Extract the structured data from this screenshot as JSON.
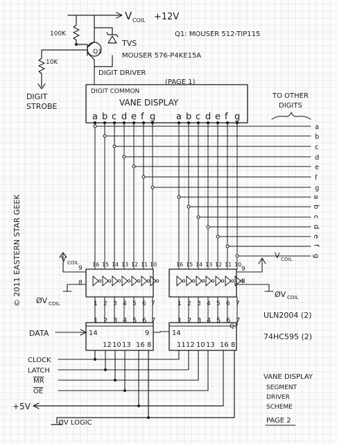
{
  "top": {
    "vcoil_label": "V",
    "vcoil_sub": "COIL",
    "vcoil_value": "+12V",
    "r1": "100K",
    "r2": "10K",
    "q_label": "Q1",
    "q1_part": "Q1: MOUSER 512-TIP115",
    "tvs_title": "TVS",
    "tvs_part": "MOUSER 576-P4KE15A",
    "digit_driver": "DIGIT DRIVER",
    "digit": "DIGIT",
    "strobe": "STROBE"
  },
  "display": {
    "common": "DIGIT COMMON",
    "title": "VANE DISPLAY",
    "page": "(PAGE 1)",
    "seg_a": "a",
    "seg_b": "b",
    "seg_c": "c",
    "seg_d": "d",
    "seg_e": "e",
    "seg_f": "f",
    "seg_g": "g",
    "segments_first": [
      "a",
      "b",
      "c",
      "d",
      "e",
      "f",
      "g"
    ],
    "segments_second": [
      "a",
      "b",
      "c",
      "d",
      "e",
      "f",
      "g"
    ]
  },
  "other_digits": {
    "line1": "TO OTHER",
    "line2": "DIGITS",
    "letters": [
      "a",
      "b",
      "c",
      "d",
      "e",
      "f",
      "g",
      "a",
      "b",
      "c",
      "d",
      "e",
      "f",
      "g"
    ]
  },
  "uln": {
    "vcoil": "V",
    "vcoil_sub": "COIL",
    "gnd": "ØV",
    "gnd_sub": "COIL",
    "left_top_pins": [
      "16",
      "15",
      "14",
      "13",
      "12",
      "11",
      "10"
    ],
    "right_top_pins": [
      "16",
      "15",
      "14",
      "13",
      "12",
      "11",
      "10"
    ],
    "bottom_pins": [
      "1",
      "2",
      "3",
      "4",
      "5",
      "6",
      "7"
    ],
    "pin9": "9",
    "pin8": "8"
  },
  "hc595": {
    "bottom_pins": [
      "1",
      "2",
      "3",
      "4",
      "5",
      "6",
      "7"
    ],
    "pin14": "14",
    "pin9": "9",
    "pin11": "11",
    "pin12": "12",
    "pin10": "10",
    "pin13": "13",
    "pin16": "16",
    "pin8": "8",
    "pin_q7": "Q7"
  },
  "inputs": {
    "data": "DATA",
    "clock": "CLOCK",
    "latch": "LATCH",
    "mr": "MR",
    "oe": "OE",
    "plus5": "+5V",
    "gnd_logic": "ØV LOGIC"
  },
  "parts": {
    "uln": "ULN2004 (2)",
    "hc": "74HC595 (2)"
  },
  "credit": "© 2011 EASTERN STAR GEEK",
  "title_block": {
    "line1": "VANE DISPLAY",
    "line2": "SEGMENT",
    "line3": "DRIVER",
    "line4": "SCHEME",
    "line5": "PAGE 2"
  }
}
